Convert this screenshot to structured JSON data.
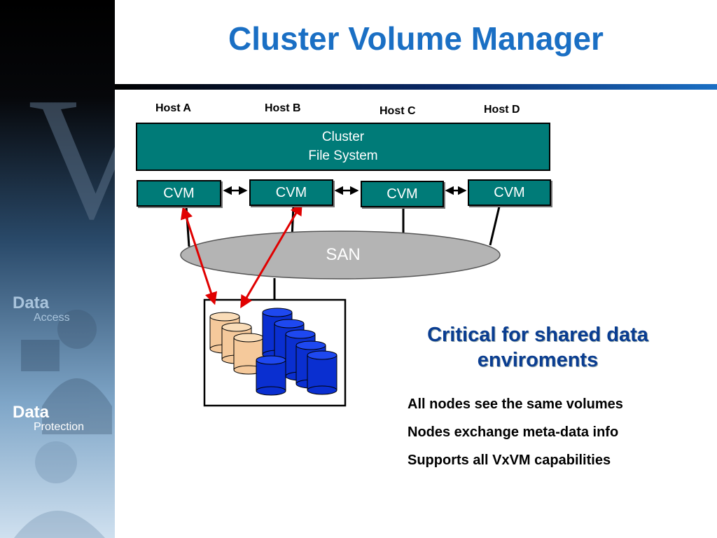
{
  "slide": {
    "title": "Cluster Volume Manager"
  },
  "sidebar": {
    "watermark_letter": "V",
    "sections": [
      {
        "word": "Data",
        "sub": "Access"
      },
      {
        "word": "Data",
        "sub": "Protection"
      }
    ]
  },
  "diagram": {
    "hosts": [
      "Host A",
      "Host B",
      "Host C",
      "Host D"
    ],
    "cluster_fs": {
      "line1": "Cluster",
      "line2": "File System"
    },
    "cvm_labels": [
      "CVM",
      "CVM",
      "CVM",
      "CVM"
    ],
    "san_label": "SAN",
    "colors": {
      "box_fill": "#007b78",
      "san_fill": "#b4b4b4",
      "disk_tan": "#f5c99b",
      "disk_blue": "#0a2fd0",
      "arrow_red": "#e00000",
      "title_blue": "#1a6fc4"
    }
  },
  "notes": {
    "heading_line1": "Critical for shared data",
    "heading_line2": "enviroments",
    "items": [
      "All nodes see the same volumes",
      "Nodes exchange meta-data info",
      "Supports all VxVM capabilities"
    ]
  }
}
